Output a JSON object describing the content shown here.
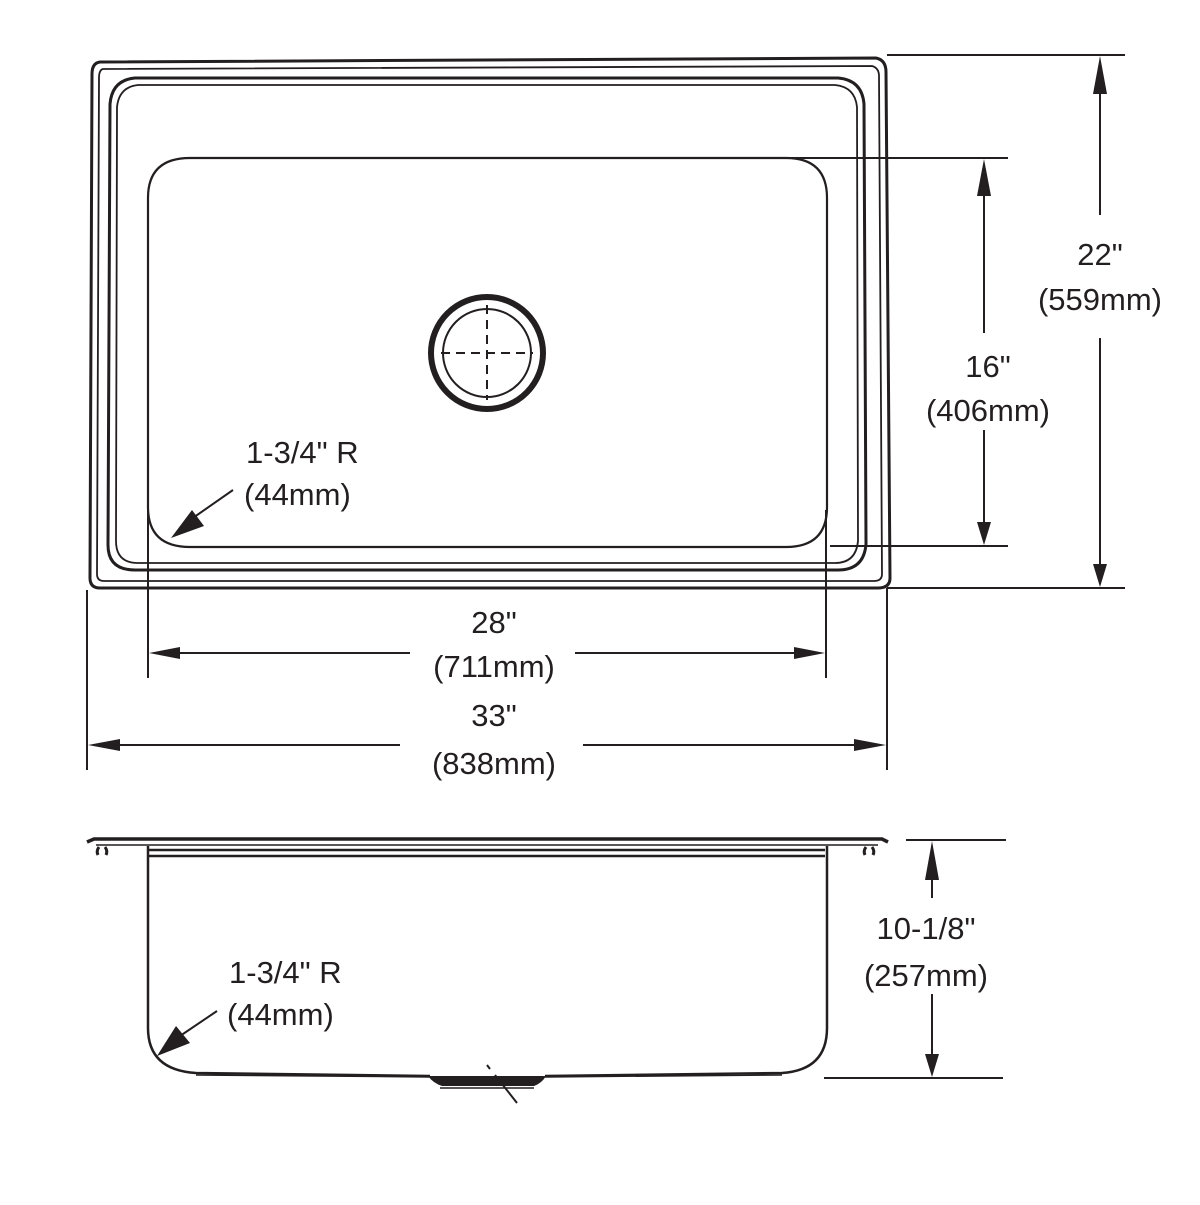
{
  "diagram": {
    "title": "Sink dimension drawing",
    "views": [
      {
        "name": "top-view"
      },
      {
        "name": "side-view"
      }
    ],
    "colors": {
      "line": "#231f20",
      "background": "#ffffff"
    }
  },
  "top_view": {
    "overall_width": {
      "inches": "33\"",
      "mm": "(838mm)"
    },
    "bowl_width": {
      "inches": "28\"",
      "mm": "(711mm)"
    },
    "overall_depth": {
      "inches": "22\"",
      "mm": "(559mm)"
    },
    "bowl_depth": {
      "inches": "16\"",
      "mm": "(406mm)"
    },
    "corner_radius": {
      "inches": "1-3/4\" R",
      "mm": "(44mm)"
    },
    "drain": {
      "icon": "drain-icon"
    }
  },
  "side_view": {
    "bowl_height": {
      "inches": "10-1/8\"",
      "mm": "(257mm)"
    },
    "corner_radius": {
      "inches": "1-3/4\" R",
      "mm": "(44mm)"
    }
  }
}
